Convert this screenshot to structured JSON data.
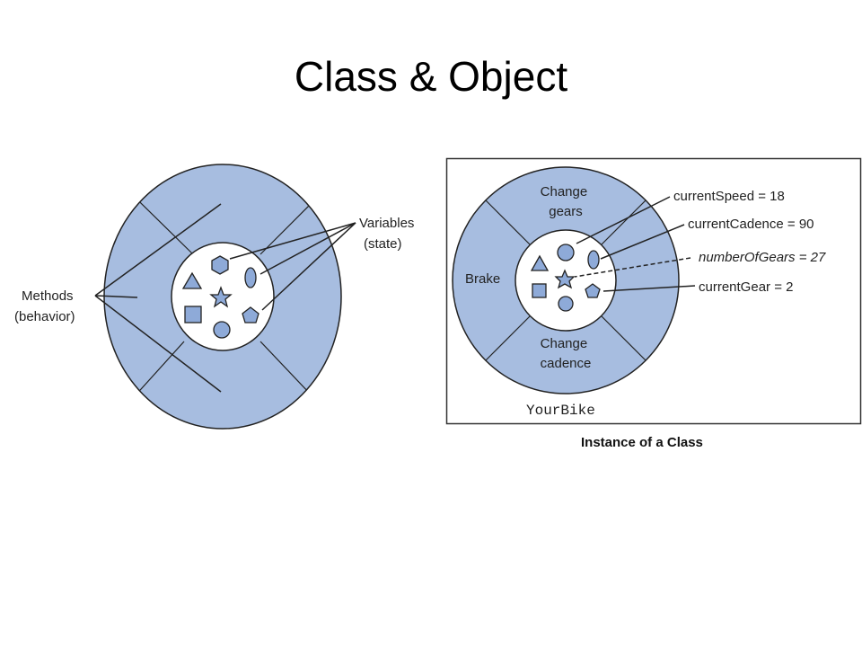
{
  "title": "Class & Object",
  "colors": {
    "ring": "#a7bde0",
    "shape": "#8eaad8",
    "stroke": "#222222",
    "core": "#ffffff"
  },
  "left_diagram": {
    "methods_label": [
      "Methods",
      "(behavior)"
    ],
    "variables_label": [
      "Variables",
      "(state)"
    ]
  },
  "right_diagram": {
    "segments": {
      "top": [
        "Change",
        "gears"
      ],
      "left": "Brake",
      "bottom": [
        "Change",
        "cadence"
      ]
    },
    "variables": [
      "currentSpeed = 18",
      "currentCadence = 90",
      "numberOfGears = 27",
      "currentGear = 2"
    ],
    "object_name": "YourBike",
    "caption": "Instance of a Class"
  },
  "icons": [
    "triangle-icon",
    "square-icon",
    "star-icon",
    "circle-icon",
    "ellipse-icon",
    "pentagon-icon"
  ]
}
